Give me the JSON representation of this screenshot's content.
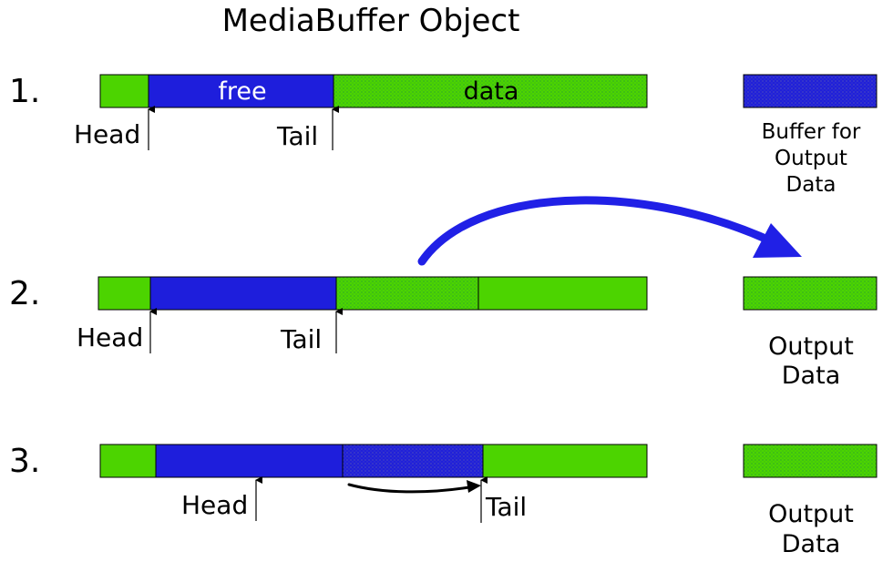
{
  "title": "MediaBuffer Object",
  "colors": {
    "free": "#1e1edc",
    "data": "#4cd400",
    "data_textured": "#3fbf14",
    "free_textured": "#2a2ad0",
    "arrow": "#2020e6",
    "outline": "#000000"
  },
  "steps": [
    {
      "number": "1.",
      "segment_labels": {
        "free": "free",
        "data": "data"
      },
      "pointers": {
        "head": "Head",
        "tail": "Tail"
      },
      "side_box_label": [
        "Buffer for",
        "Output",
        "Data"
      ]
    },
    {
      "number": "2.",
      "pointers": {
        "head": "Head",
        "tail": "Tail"
      },
      "side_box_label": [
        "Output",
        "Data"
      ]
    },
    {
      "number": "3.",
      "pointers": {
        "head": "Head",
        "tail": "Tail"
      },
      "side_box_label": [
        "Output",
        "Data"
      ]
    }
  ]
}
